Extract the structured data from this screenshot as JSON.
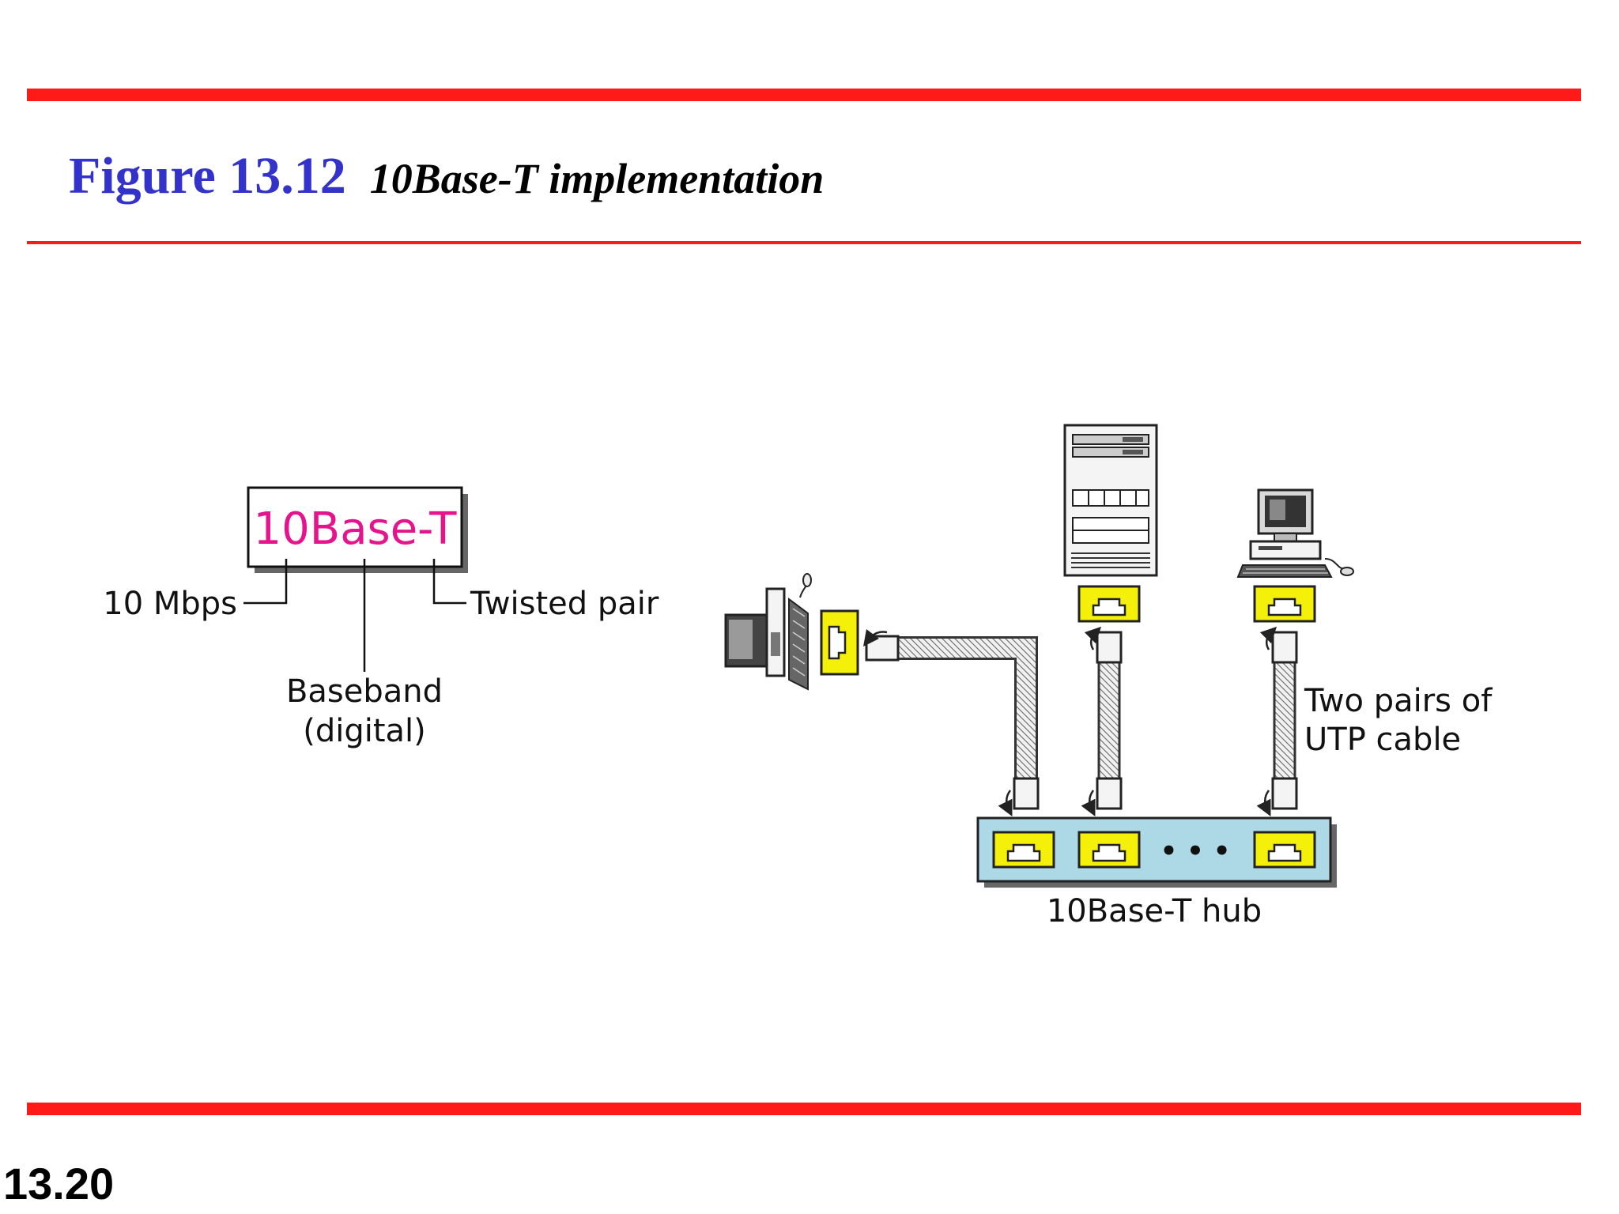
{
  "header": {
    "figure_number": "Figure 13.12",
    "figure_caption": "10Base-T implementation"
  },
  "diagram": {
    "name_box": "10Base-T",
    "parts": {
      "speed": "10 Mbps",
      "signal": [
        "Baseband",
        "(digital)"
      ],
      "medium": "Twisted pair"
    },
    "cable_label": [
      "Two pairs of",
      "UTP cable"
    ],
    "hub_label": "10Base-T hub",
    "hub_ellipsis": "• • •"
  },
  "colors": {
    "rule": "#ff1a1a",
    "title": "#3333cc",
    "name_box_text": "#e6148c",
    "port": "#f5f00a",
    "hub": "#add8e6"
  },
  "footer": {
    "slide_number": "13.20"
  }
}
